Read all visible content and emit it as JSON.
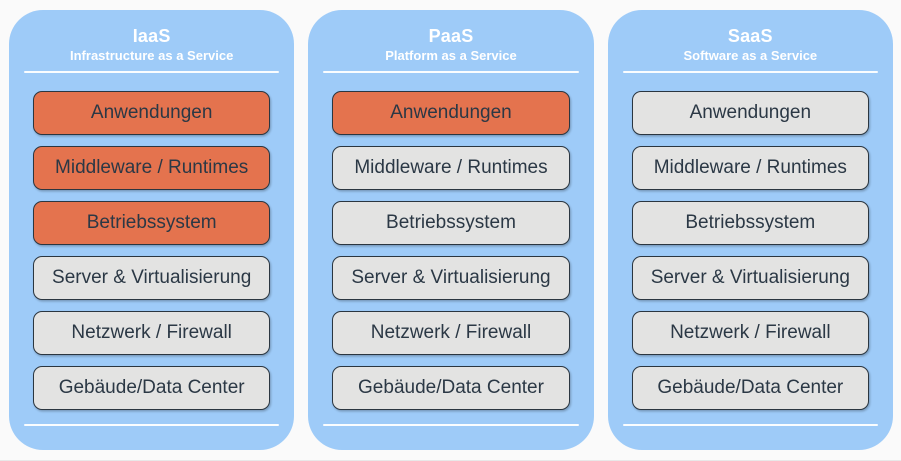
{
  "diagram": {
    "kind": "cloud-service-model-stacks",
    "language": "German"
  },
  "colors": {
    "panel_blue": "#9ecbf8",
    "highlight_orange": "#e4734e",
    "layer_gray": "#e3e3e2",
    "box_border": "#2b3640",
    "box_text": "#2b3845",
    "header_text": "#ffffff",
    "divider": "#ffffff",
    "page_background": "#fafafa"
  },
  "columns": [
    {
      "id": "iaas",
      "title": "IaaS",
      "subtitle": "Infrastructure as a Service",
      "layers": [
        {
          "label": "Anwendungen",
          "highlighted": true
        },
        {
          "label": "Middleware / Runtimes",
          "highlighted": true
        },
        {
          "label": "Betriebssystem",
          "highlighted": true
        },
        {
          "label": "Server & Virtualisierung",
          "highlighted": false
        },
        {
          "label": "Netzwerk / Firewall",
          "highlighted": false
        },
        {
          "label": "Gebäude/Data Center",
          "highlighted": false
        }
      ]
    },
    {
      "id": "paas",
      "title": "PaaS",
      "subtitle": "Platform as a Service",
      "layers": [
        {
          "label": "Anwendungen",
          "highlighted": true
        },
        {
          "label": "Middleware / Runtimes",
          "highlighted": false
        },
        {
          "label": "Betriebssystem",
          "highlighted": false
        },
        {
          "label": "Server & Virtualisierung",
          "highlighted": false
        },
        {
          "label": "Netzwerk / Firewall",
          "highlighted": false
        },
        {
          "label": "Gebäude/Data Center",
          "highlighted": false
        }
      ]
    },
    {
      "id": "saas",
      "title": "SaaS",
      "subtitle": "Software as a Service",
      "layers": [
        {
          "label": "Anwendungen",
          "highlighted": false
        },
        {
          "label": "Middleware / Runtimes",
          "highlighted": false
        },
        {
          "label": "Betriebssystem",
          "highlighted": false
        },
        {
          "label": "Server & Virtualisierung",
          "highlighted": false
        },
        {
          "label": "Netzwerk / Firewall",
          "highlighted": false
        },
        {
          "label": "Gebäude/Data Center",
          "highlighted": false
        }
      ]
    }
  ]
}
